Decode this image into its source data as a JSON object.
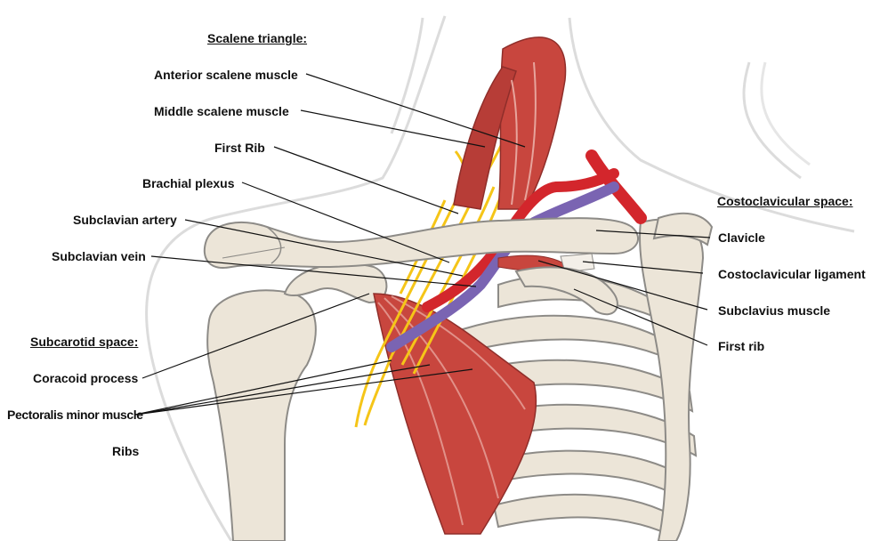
{
  "groups": {
    "scalene_triangle": "Scalene triangle:",
    "costoclavicular_space": "Costoclavicular space:",
    "subcarotid_space": "Subcarotid space:"
  },
  "labels": {
    "anterior_scalene": "Anterior scalene muscle",
    "middle_scalene": "Middle scalene muscle",
    "first_rib_left": "First Rib",
    "brachial_plexus": "Brachial plexus",
    "subclavian_artery": "Subclavian artery",
    "subclavian_vein": "Subclavian vein",
    "coracoid_process": "Coracoid process",
    "pectoralis_minor": "Pectoralis minor muscle",
    "ribs": "Ribs",
    "clavicle": "Clavicle",
    "costoclavicular_ligament": "Costoclavicular ligament",
    "subclavius_muscle": "Subclavius muscle",
    "first_rib_right": "First rib"
  },
  "colors": {
    "bone": "#ece5d8",
    "bone_outline": "#8c8a86",
    "muscle": "#c8463e",
    "muscle_light": "#e7a49c",
    "nerve": "#f5c518",
    "artery": "#d3262c",
    "vein": "#7a64b2",
    "body_outline": "#d9d9d9",
    "leader_line": "#111111"
  }
}
